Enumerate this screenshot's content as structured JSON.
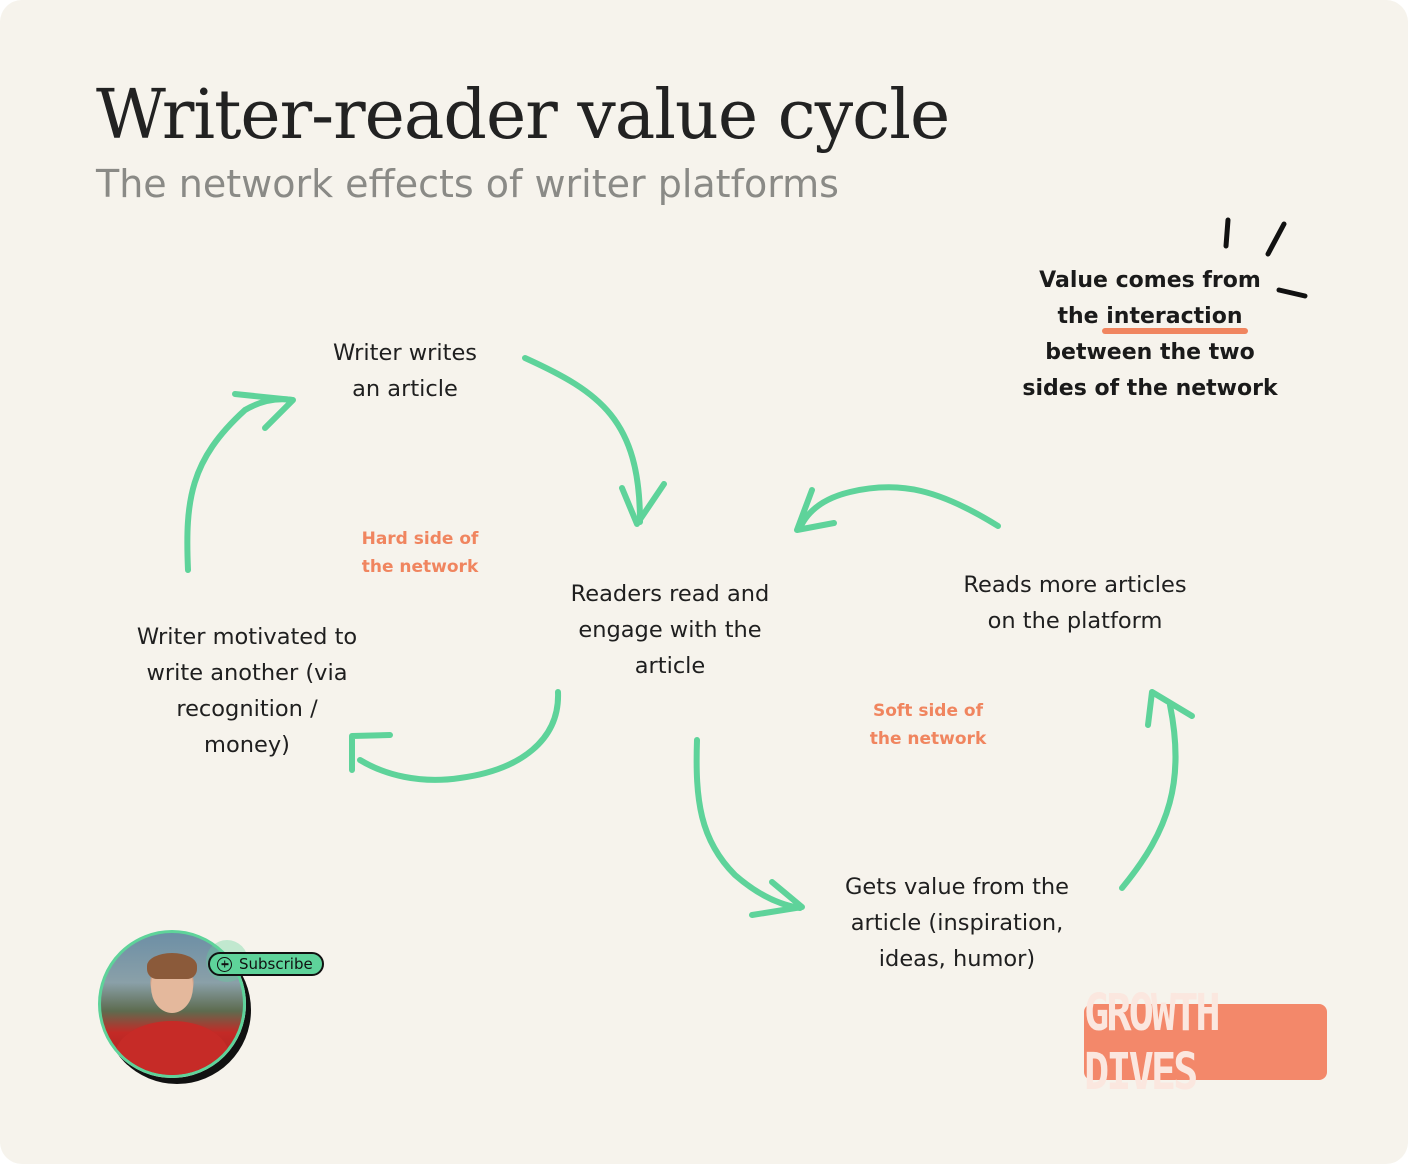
{
  "header": {
    "title": "Writer-reader value cycle",
    "subtitle": "The network effects of writer platforms"
  },
  "nodes": {
    "writer_writes": [
      "Writer writes",
      "an article"
    ],
    "readers_read": [
      "Readers read and",
      "engage with the",
      "article"
    ],
    "writer_motivated": [
      "Writer motivated to",
      "write another (via",
      "recognition /",
      "money)"
    ],
    "gets_value": [
      "Gets value from the",
      "article (inspiration,",
      "ideas, humor)"
    ],
    "reads_more": [
      "Reads more articles",
      "on the platform"
    ]
  },
  "side_labels": {
    "hard": [
      "Hard side of",
      "the network"
    ],
    "soft": [
      "Soft side of",
      "the network"
    ]
  },
  "callout": {
    "line1": "Value comes from",
    "line2_prefix": "the ",
    "line2_highlight": "interaction",
    "line3": "between the two",
    "line4": "sides of the network"
  },
  "subscribe": {
    "label": "Subscribe"
  },
  "brand": {
    "label": "GROWTH DIVES"
  },
  "colors": {
    "background": "#f6f3ec",
    "arrow": "#5ed39a",
    "accent": "#f0855f",
    "brand_bg": "#f3886a"
  }
}
